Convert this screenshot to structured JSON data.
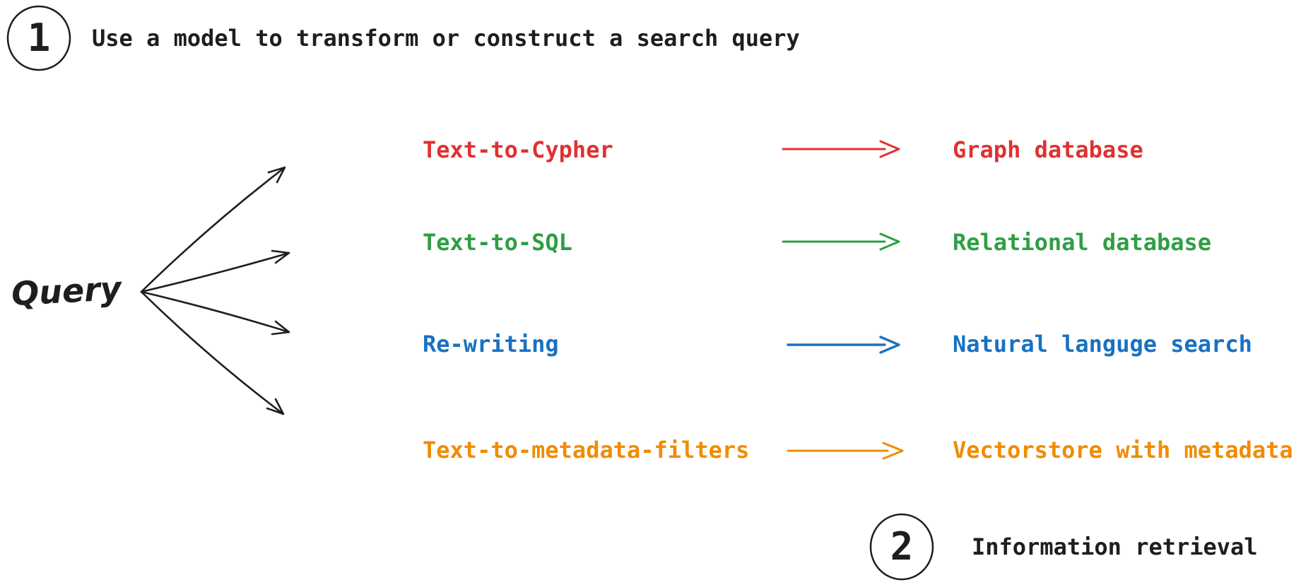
{
  "canvas": {
    "background": "#ffffff",
    "ink": "#1e1e1e"
  },
  "step1": {
    "number": "1",
    "label": "Use a model to transform or construct a search query"
  },
  "source": {
    "label": "Query"
  },
  "rows": [
    {
      "method": "Text-to-Cypher",
      "target": "Graph database",
      "color": "#e03131"
    },
    {
      "method": "Text-to-SQL",
      "target": "Relational database",
      "color": "#2f9e44"
    },
    {
      "method": "Re-writing",
      "target": "Natural languge search",
      "color": "#1971c2"
    },
    {
      "method": "Text-to-metadata-filters",
      "target": "Vectorstore with metadata",
      "color": "#f08c00"
    }
  ],
  "step2": {
    "number": "2",
    "label": "Information retrieval"
  }
}
